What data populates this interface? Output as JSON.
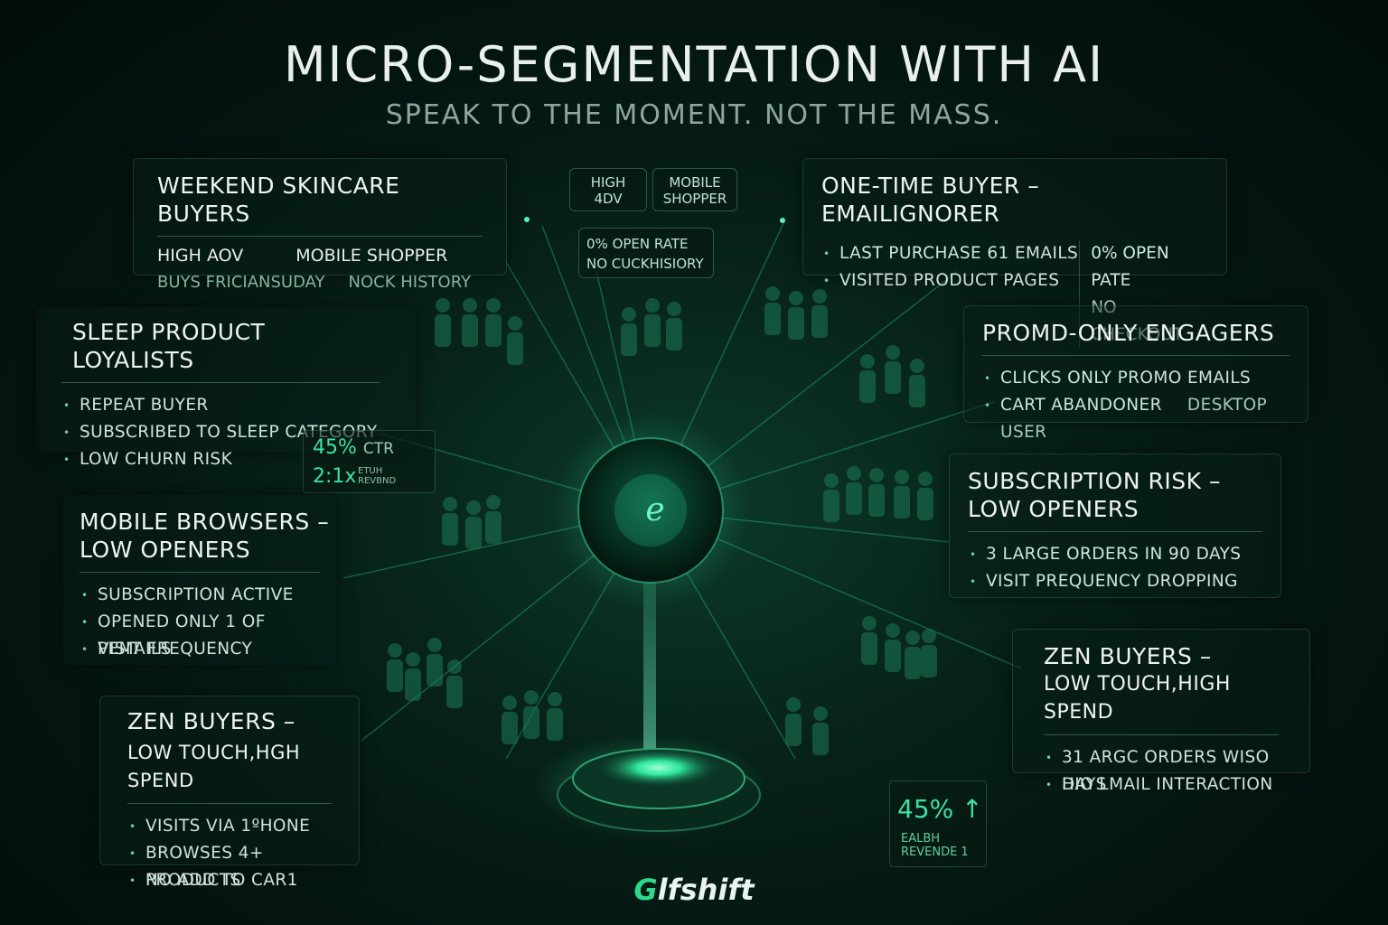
{
  "header": {
    "title": "MICRO-SEGMENTATION WITH AI",
    "subtitle": "SPEAK TO THE MOMENT. NOT THE MASS."
  },
  "colors": {
    "accent": "#2fd88a",
    "background": "#04140f"
  },
  "tags": {
    "high_aov": "HIGH 4DV",
    "mobile_shopper": "MOBILE SHOPPER",
    "open_rate": "0% OPEN RATE",
    "no_click": "NO CUCKHISIORY"
  },
  "segments": {
    "weekend": {
      "title": "WEEKEND SKINCARE BUYERS",
      "row1": [
        "HIGH AOV",
        "MOBILE SHOPPER"
      ],
      "row2": [
        "BUYS FRICIANSUDAY",
        "NOCK HISTORY"
      ]
    },
    "one_time": {
      "title": "ONE-TIME BUYER – EMAILIGNORER",
      "items": [
        "LAST PURCHASE 61 EMAILS",
        "VISITED PRODUCT PAGES"
      ],
      "right": [
        "0% OPEN PATE",
        "NO CHECKOUT"
      ]
    },
    "sleep": {
      "title": "SLEEP PRODUCT LOYALISTS",
      "items": [
        "REPEAT BUYER",
        "SUBSCRIBED TO SLEEP CATEGORY",
        "LOW CHURN RISK"
      ]
    },
    "promo": {
      "title": "PROMD-ONLY ENGAGERS",
      "items": [
        "CLICKS ONLY PROMO EMAILS",
        "CART ABANDONER"
      ],
      "extra": "DESKTOP USER"
    },
    "mobile": {
      "title": "MOBILE BROWSERS – LOW OPENERS",
      "items": [
        "SUBSCRIPTION ACTIVE",
        "OPENED ONLY 1 OF PEMAILS",
        "VISIT FREQUENCY"
      ]
    },
    "subscription": {
      "title": "SUBSCRIPTION RISK – LOW OPENERS",
      "items": [
        "3 LARGE ORDERS IN 90 DAYS",
        "VISIT PREQUENCY DROPPING"
      ]
    },
    "zen_left": {
      "title1": "ZEN BUYERS –",
      "title2": "LOW TOUCH,HGH SPEND",
      "items": [
        "VISITS VIA 1ºHONE",
        "BROWSES 4+ PRODUCTS",
        "NO ADD TO CAR1"
      ]
    },
    "zen_right": {
      "title1": "ZEN BUYERS –",
      "title2": "LOW TOUCH,HIGH SPEND",
      "items": [
        "31 ARGC ORDERS WISO DAYS",
        "HIO LMAIL INTERACTION"
      ]
    }
  },
  "stats": {
    "ctr": {
      "value": "45%",
      "label": "CTR",
      "mult": "2:1x",
      "small1": "ETUH",
      "small2": "REVBND"
    },
    "rev": {
      "value": "45%",
      "arrow": "↑",
      "line1": "EALBH",
      "line2": "REVENDE 1"
    }
  },
  "center": {
    "icon": "e-logo-icon"
  },
  "brand": {
    "logo_text": "lfshift",
    "logo_mark": "G"
  }
}
